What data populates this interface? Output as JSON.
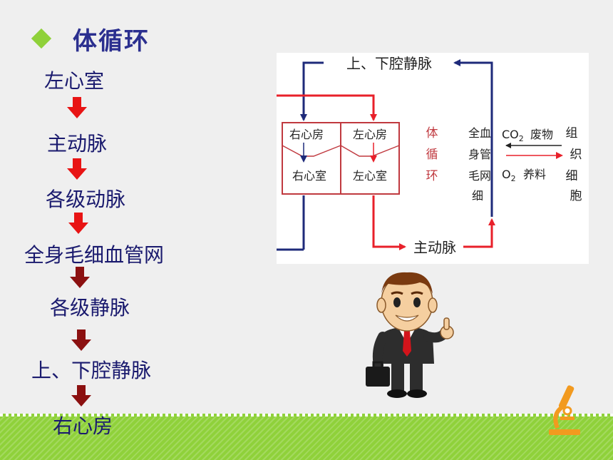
{
  "title": "体循环",
  "flow": [
    {
      "label": "左心室"
    },
    {
      "label": "主动脉"
    },
    {
      "label": "各级动脉"
    },
    {
      "label": "全身毛细血管网"
    },
    {
      "label": "各级静脉"
    },
    {
      "label": "上、下腔静脉"
    },
    {
      "label": "右心房"
    }
  ],
  "diagram": {
    "vena_cava": "上、下腔静脉",
    "right_atrium": "右心房",
    "left_atrium": "左心房",
    "right_ventricle": "右心室",
    "left_ventricle": "左心室",
    "aorta": "主动脉",
    "circulation_chars": [
      "体",
      "循",
      "环"
    ],
    "capillary_lines": [
      "全血",
      "身管",
      "毛网",
      "细"
    ],
    "co2": "CO",
    "co2_sub": "2",
    "waste": "废物",
    "o2": "O",
    "o2_sub": "2",
    "nutrients": "养料",
    "tissue_chars": [
      "组",
      "织",
      "细",
      "胞"
    ]
  },
  "colors": {
    "artery": "#e8202a",
    "vein": "#1e2a7a",
    "heart_box": "#c0393f",
    "diagram_red_text": "#c0393f",
    "accent_green": "#8fd13a",
    "title_blue": "#2b2f8f",
    "red_flow_arrow": "#e81414",
    "dark_flow_arrow": "#8b1010"
  },
  "icons": [
    "diamond-bullet-icon",
    "down-arrow-icon",
    "businessman-thumbs-up-icon",
    "microscope-icon"
  ]
}
